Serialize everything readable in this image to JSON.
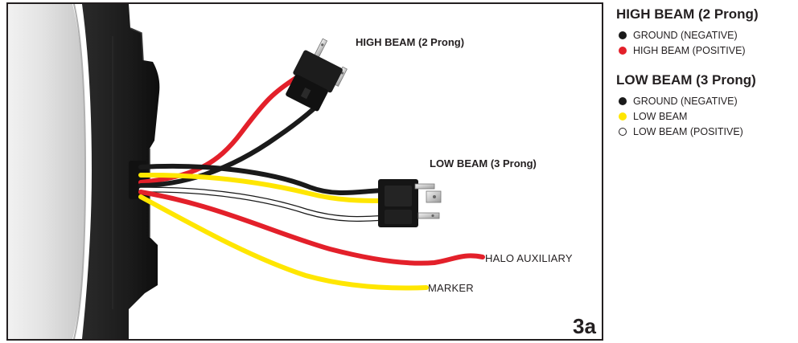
{
  "figure": {
    "number": "3a",
    "labels": {
      "high_beam": "HIGH BEAM (2 Prong)",
      "low_beam": "LOW BEAM (3 Prong)",
      "halo_auxiliary": "HALO AUXILIARY",
      "marker": "MARKER"
    },
    "wire_colors": {
      "black": "#1a1a1a",
      "red": "#e3202a",
      "yellow": "#ffe600",
      "white": "#ffffff"
    }
  },
  "legend": {
    "groups": [
      {
        "title": "HIGH BEAM (2 Prong)",
        "items": [
          {
            "label": "GROUND (NEGATIVE)",
            "color": "#1a1a1a",
            "filled": true
          },
          {
            "label": "HIGH BEAM (POSITIVE)",
            "color": "#e3202a",
            "filled": true
          }
        ]
      },
      {
        "title": "LOW BEAM (3 Prong)",
        "items": [
          {
            "label": "GROUND (NEGATIVE)",
            "color": "#1a1a1a",
            "filled": true
          },
          {
            "label": "LOW BEAM",
            "color": "#ffe600",
            "filled": true
          },
          {
            "label": "LOW BEAM (POSITIVE)",
            "color": "#ffffff",
            "filled": false
          }
        ]
      }
    ]
  }
}
